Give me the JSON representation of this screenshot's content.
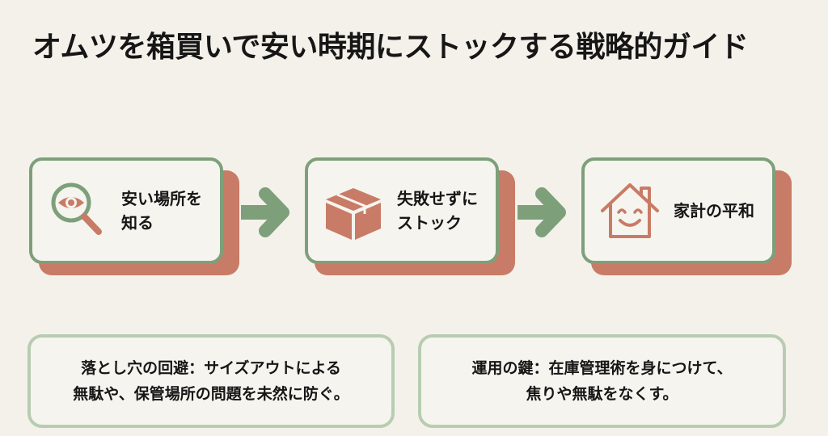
{
  "title": "オムツを箱買いで安い時期にストックする戦略的ガイド",
  "colors": {
    "background": "#f4f1ea",
    "green": "#7da07a",
    "terracotta": "#c87b66",
    "note_border": "#b8ccb2"
  },
  "steps": [
    {
      "label_line1": "安い場所を",
      "label_line2": "知る",
      "icon": "magnifier-eye-icon"
    },
    {
      "label_line1": "失敗せずに",
      "label_line2": "ストック",
      "icon": "cardboard-box-icon"
    },
    {
      "label_line1": "家計の平和",
      "label_line2": "",
      "icon": "smiling-house-icon"
    }
  ],
  "notes": [
    {
      "line1": "落とし穴の回避：サイズアウトによる",
      "line2": "無駄や、保管場所の問題を未然に防ぐ。"
    },
    {
      "line1": "運用の鍵：在庫管理術を身につけて、",
      "line2": "焦りや無駄をなくす。"
    }
  ]
}
